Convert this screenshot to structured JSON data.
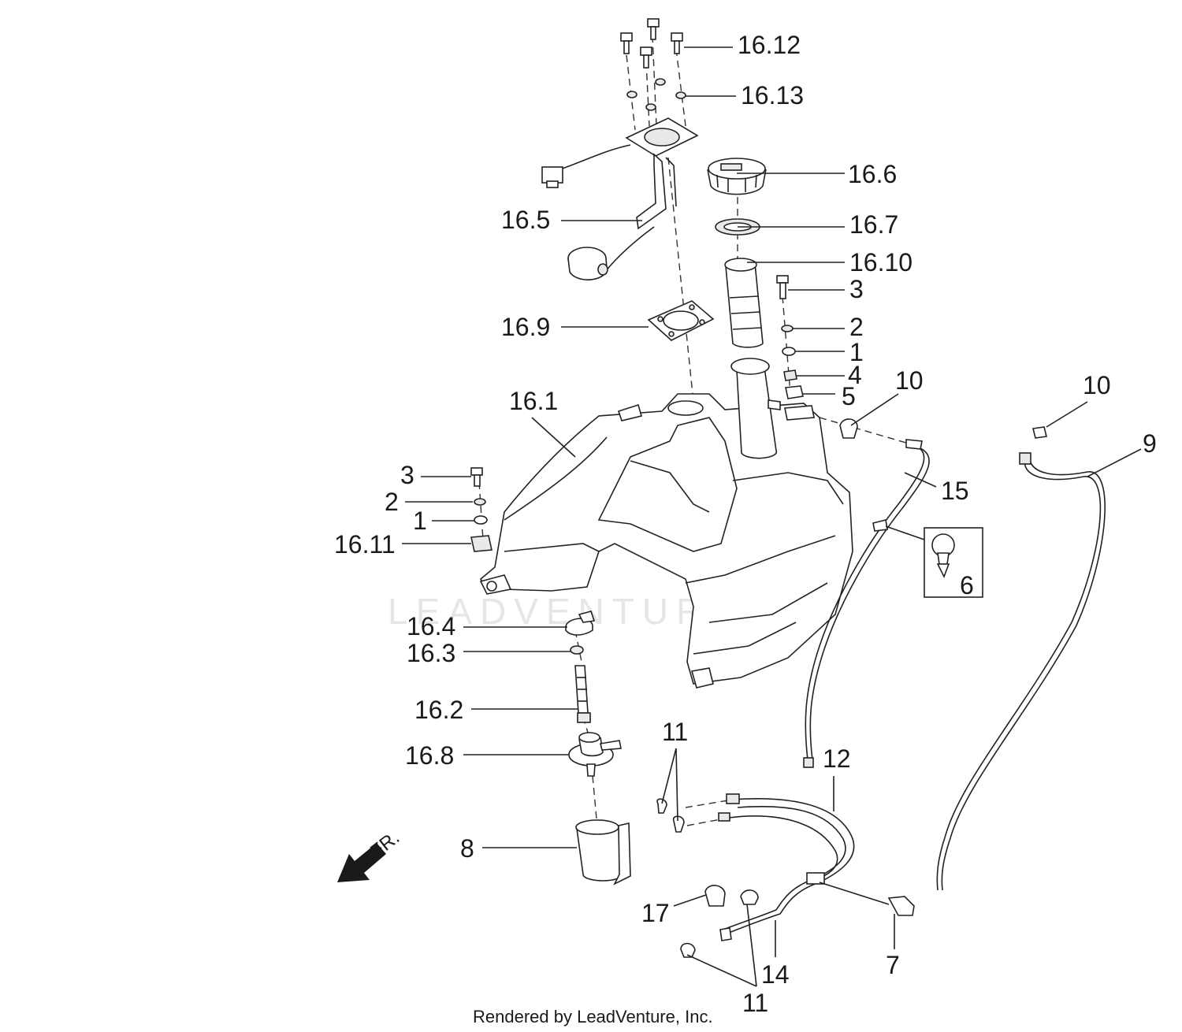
{
  "watermark": "LEADVENTURE",
  "footer": "Rendered by LeadVenture, Inc.",
  "direction_label": "FR.",
  "callouts": [
    {
      "id": "c-16-12",
      "text": "16.12"
    },
    {
      "id": "c-16-13",
      "text": "16.13"
    },
    {
      "id": "c-16-6",
      "text": "16.6"
    },
    {
      "id": "c-16-7",
      "text": "16.7"
    },
    {
      "id": "c-16-10",
      "text": "16.10"
    },
    {
      "id": "c-16-5",
      "text": "16.5"
    },
    {
      "id": "c-16-9",
      "text": "16.9"
    },
    {
      "id": "c-3a",
      "text": "3"
    },
    {
      "id": "c-2a",
      "text": "2"
    },
    {
      "id": "c-1a",
      "text": "1"
    },
    {
      "id": "c-4",
      "text": "4"
    },
    {
      "id": "c-5",
      "text": "5"
    },
    {
      "id": "c-10a",
      "text": "10"
    },
    {
      "id": "c-10b",
      "text": "10"
    },
    {
      "id": "c-9",
      "text": "9"
    },
    {
      "id": "c-16-1",
      "text": "16.1"
    },
    {
      "id": "c-15",
      "text": "15"
    },
    {
      "id": "c-3b",
      "text": "3"
    },
    {
      "id": "c-2b",
      "text": "2"
    },
    {
      "id": "c-1b",
      "text": "1"
    },
    {
      "id": "c-16-11",
      "text": "16.11"
    },
    {
      "id": "c-6",
      "text": "6"
    },
    {
      "id": "c-16-4",
      "text": "16.4"
    },
    {
      "id": "c-16-3",
      "text": "16.3"
    },
    {
      "id": "c-16-2",
      "text": "16.2"
    },
    {
      "id": "c-16-8",
      "text": "16.8"
    },
    {
      "id": "c-11a",
      "text": "11"
    },
    {
      "id": "c-12",
      "text": "12"
    },
    {
      "id": "c-8",
      "text": "8"
    },
    {
      "id": "c-17",
      "text": "17"
    },
    {
      "id": "c-7",
      "text": "7"
    },
    {
      "id": "c-14",
      "text": "14"
    },
    {
      "id": "c-11b",
      "text": "11"
    }
  ]
}
